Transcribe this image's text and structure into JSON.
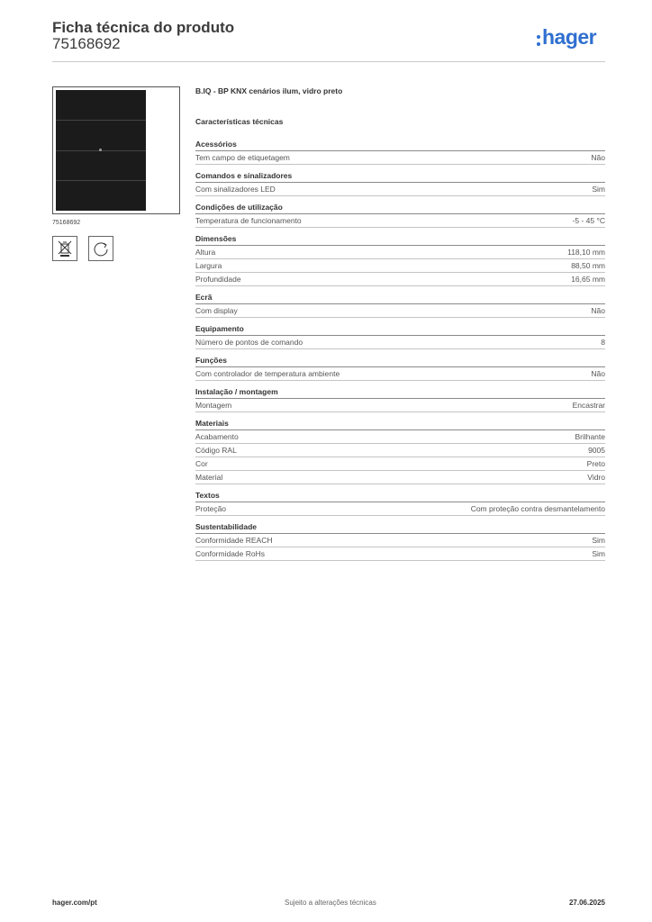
{
  "header": {
    "title": "Ficha técnica do produto",
    "code": "75168692",
    "brand": "hager"
  },
  "image": {
    "caption": "75168692",
    "icons": [
      "weee-crossed-bin-icon",
      "rotation-arrow-icon"
    ]
  },
  "product": {
    "name": "B.IQ - BP KNX cenários ilum, vidro preto",
    "section_title": "Características técnicas"
  },
  "groups": [
    {
      "title": "Acessórios",
      "rows": [
        {
          "label": "Tem campo de etiquetagem",
          "value": "Não"
        }
      ]
    },
    {
      "title": "Comandos e sinalizadores",
      "rows": [
        {
          "label": "Com sinalizadores LED",
          "value": "Sim"
        }
      ]
    },
    {
      "title": "Condições de utilização",
      "rows": [
        {
          "label": "Temperatura de funcionamento",
          "value": "-5 - 45 °C"
        }
      ]
    },
    {
      "title": "Dimensões",
      "rows": [
        {
          "label": "Altura",
          "value": "118,10 mm"
        },
        {
          "label": "Largura",
          "value": "88,50 mm"
        },
        {
          "label": "Profundidade",
          "value": "16,65 mm"
        }
      ]
    },
    {
      "title": "Ecrã",
      "rows": [
        {
          "label": "Com display",
          "value": "Não"
        }
      ]
    },
    {
      "title": "Equipamento",
      "rows": [
        {
          "label": "Número de pontos de comando",
          "value": "8"
        }
      ]
    },
    {
      "title": "Funções",
      "rows": [
        {
          "label": "Com controlador de temperatura ambiente",
          "value": "Não"
        }
      ]
    },
    {
      "title": "Instalação / montagem",
      "rows": [
        {
          "label": "Montagem",
          "value": "Encastrar"
        }
      ]
    },
    {
      "title": "Materiais",
      "rows": [
        {
          "label": "Acabamento",
          "value": "Brilhante"
        },
        {
          "label": "Código RAL",
          "value": "9005"
        },
        {
          "label": "Cor",
          "value": "Preto"
        },
        {
          "label": "Material",
          "value": "Vidro"
        }
      ]
    },
    {
      "title": "Textos",
      "rows": [
        {
          "label": "Proteção",
          "value": "Com proteção contra desmantelamento"
        }
      ]
    },
    {
      "title": "Sustentabilidade",
      "rows": [
        {
          "label": "Conformidade REACH",
          "value": "Sim"
        },
        {
          "label": "Conformidade RoHs",
          "value": "Sim"
        }
      ]
    }
  ],
  "footer": {
    "website": "hager.com/pt",
    "notice": "Sujeito a alterações técnicas",
    "date": "27.06.2025"
  },
  "colors": {
    "brand": "#2f6fd0",
    "panel": "#1b1b1b"
  }
}
